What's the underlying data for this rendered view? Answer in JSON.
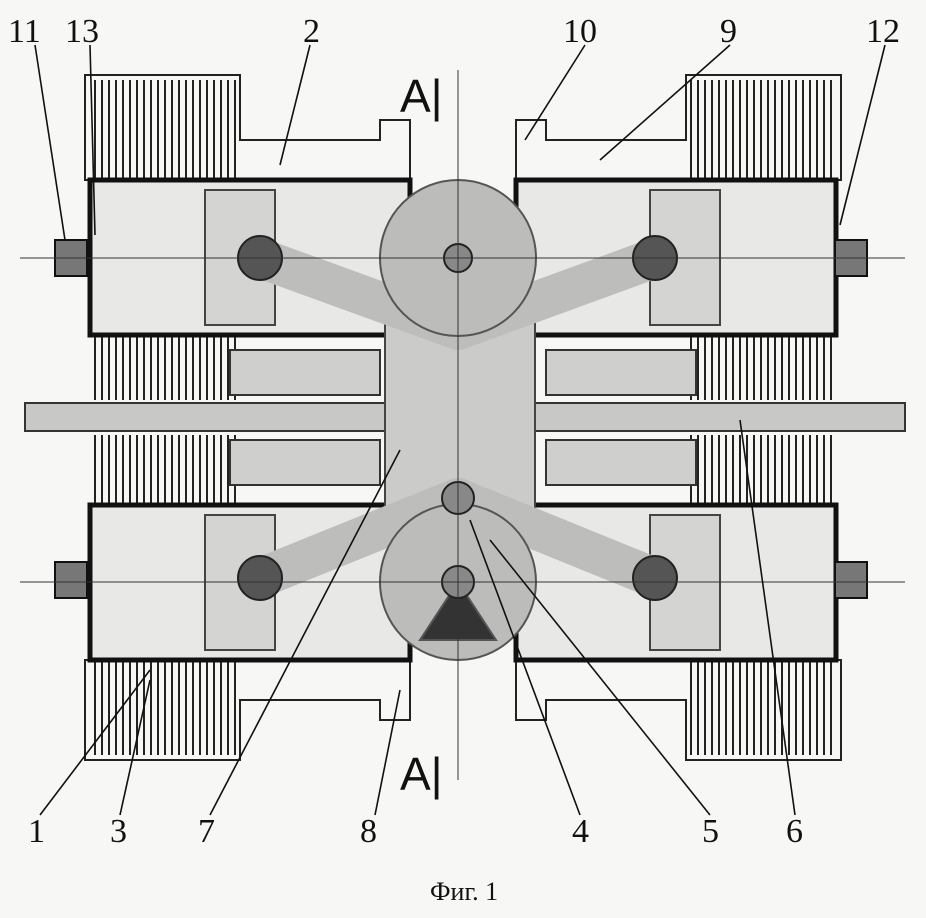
{
  "figure": {
    "caption": "Фиг. 1",
    "section_marks": {
      "top": "A|",
      "bottom": "A|"
    },
    "labels": {
      "l11": "11",
      "l13": "13",
      "l2": "2",
      "l10": "10",
      "l9": "9",
      "l12": "12",
      "l1": "1",
      "l3": "3",
      "l7": "7",
      "l8": "8",
      "l4": "4",
      "l5": "5",
      "l6": "6"
    }
  }
}
